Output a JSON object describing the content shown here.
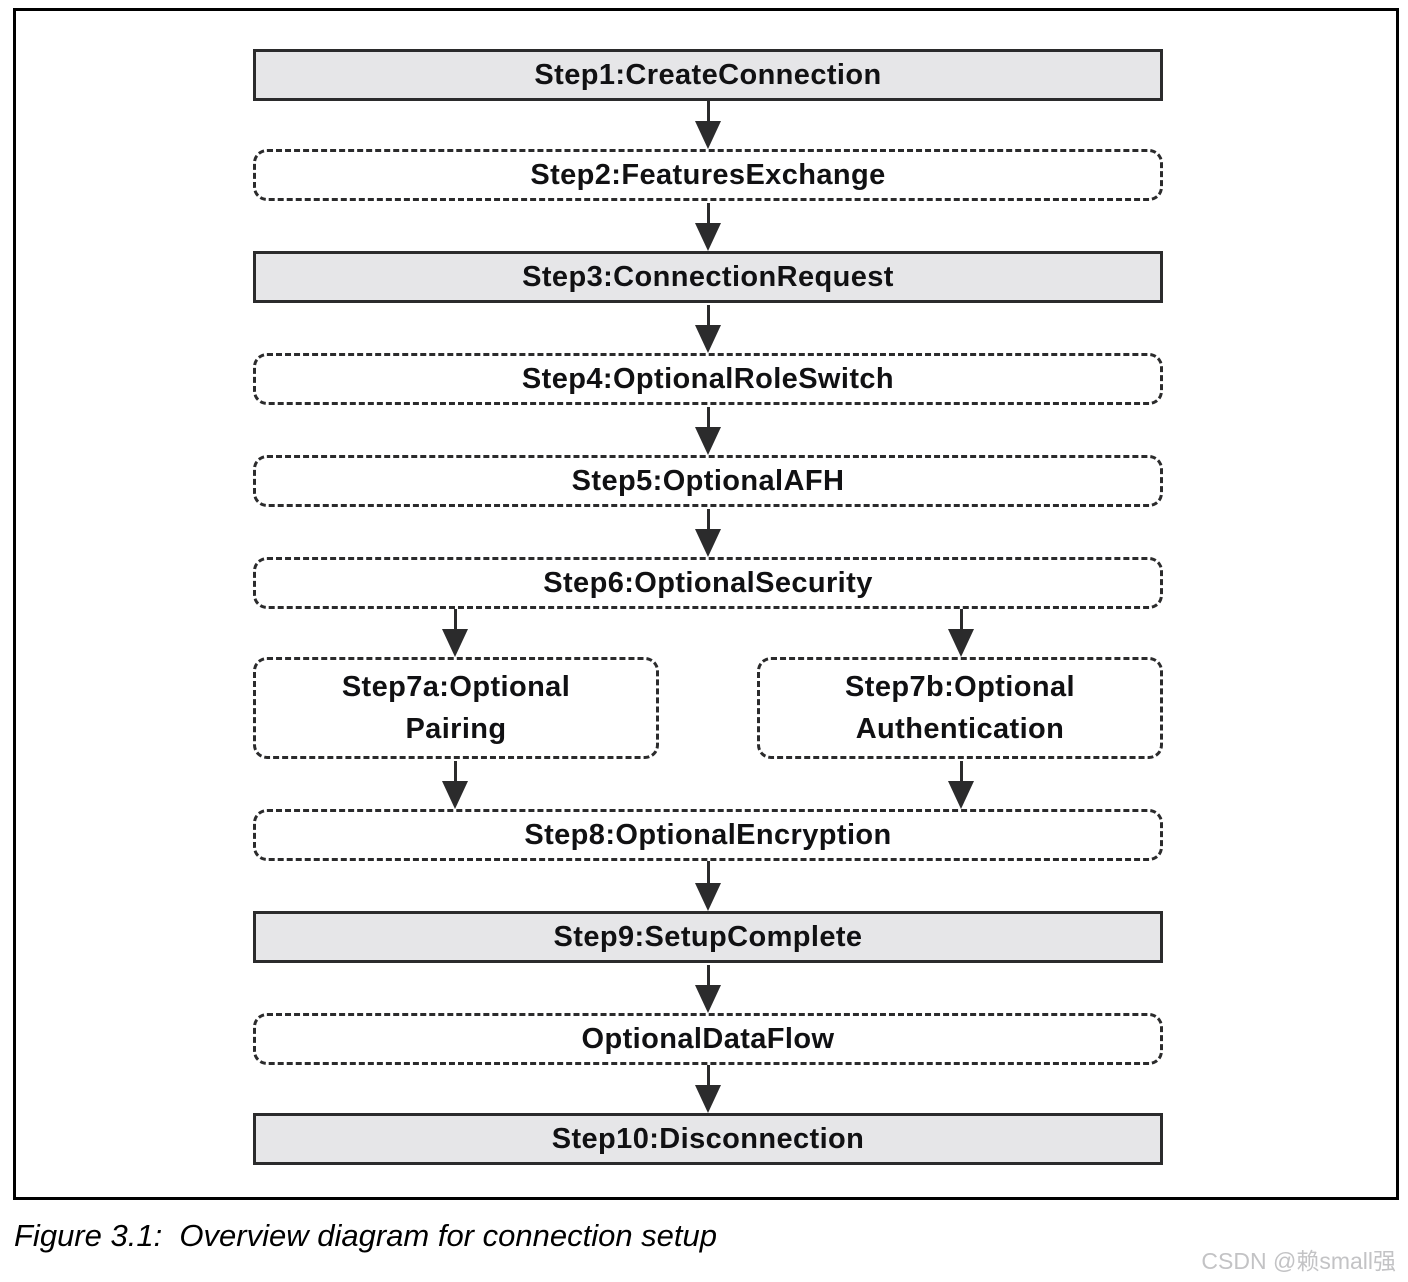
{
  "colors": {
    "line": "#2b2b2c",
    "node_fill_gray": "#e6e6e8",
    "node_fill_white": "#ffffff",
    "text": "#111113",
    "watermark": "#c3c3c5"
  },
  "figure": {
    "caption": "Figure 3.1:  Overview diagram for connection setup",
    "watermark": "CSDN @赖small强"
  },
  "flowchart": {
    "nodes": [
      {
        "id": "step1",
        "label": "Step1:CreateConnection",
        "style": "solid"
      },
      {
        "id": "step2",
        "label": "Step2:FeaturesExchange",
        "style": "dashed"
      },
      {
        "id": "step3",
        "label": "Step3:ConnectionRequest",
        "style": "solid"
      },
      {
        "id": "step4",
        "label": "Step4:OptionalRoleSwitch",
        "style": "dashed"
      },
      {
        "id": "step5",
        "label": "Step5:OptionalAFH",
        "style": "dashed"
      },
      {
        "id": "step6",
        "label": "Step6:OptionalSecurity",
        "style": "dashed"
      },
      {
        "id": "step7a",
        "label": "Step7a:Optional\nPairing",
        "style": "dashed"
      },
      {
        "id": "step7b",
        "label": "Step7b:Optional\nAuthentication",
        "style": "dashed"
      },
      {
        "id": "step8",
        "label": "Step8:OptionalEncryption",
        "style": "dashed"
      },
      {
        "id": "step9",
        "label": "Step9:SetupComplete",
        "style": "solid"
      },
      {
        "id": "dataflow",
        "label": "OptionalDataFlow",
        "style": "dashed"
      },
      {
        "id": "step10",
        "label": "Step10:Disconnection",
        "style": "solid"
      }
    ],
    "edges": [
      "step1->step2",
      "step2->step3",
      "step3->step4",
      "step4->step5",
      "step5->step6",
      "step6->step7a",
      "step6->step7b",
      "step7a->step8",
      "step7b->step8",
      "step8->step9",
      "step9->dataflow",
      "dataflow->step10"
    ]
  }
}
